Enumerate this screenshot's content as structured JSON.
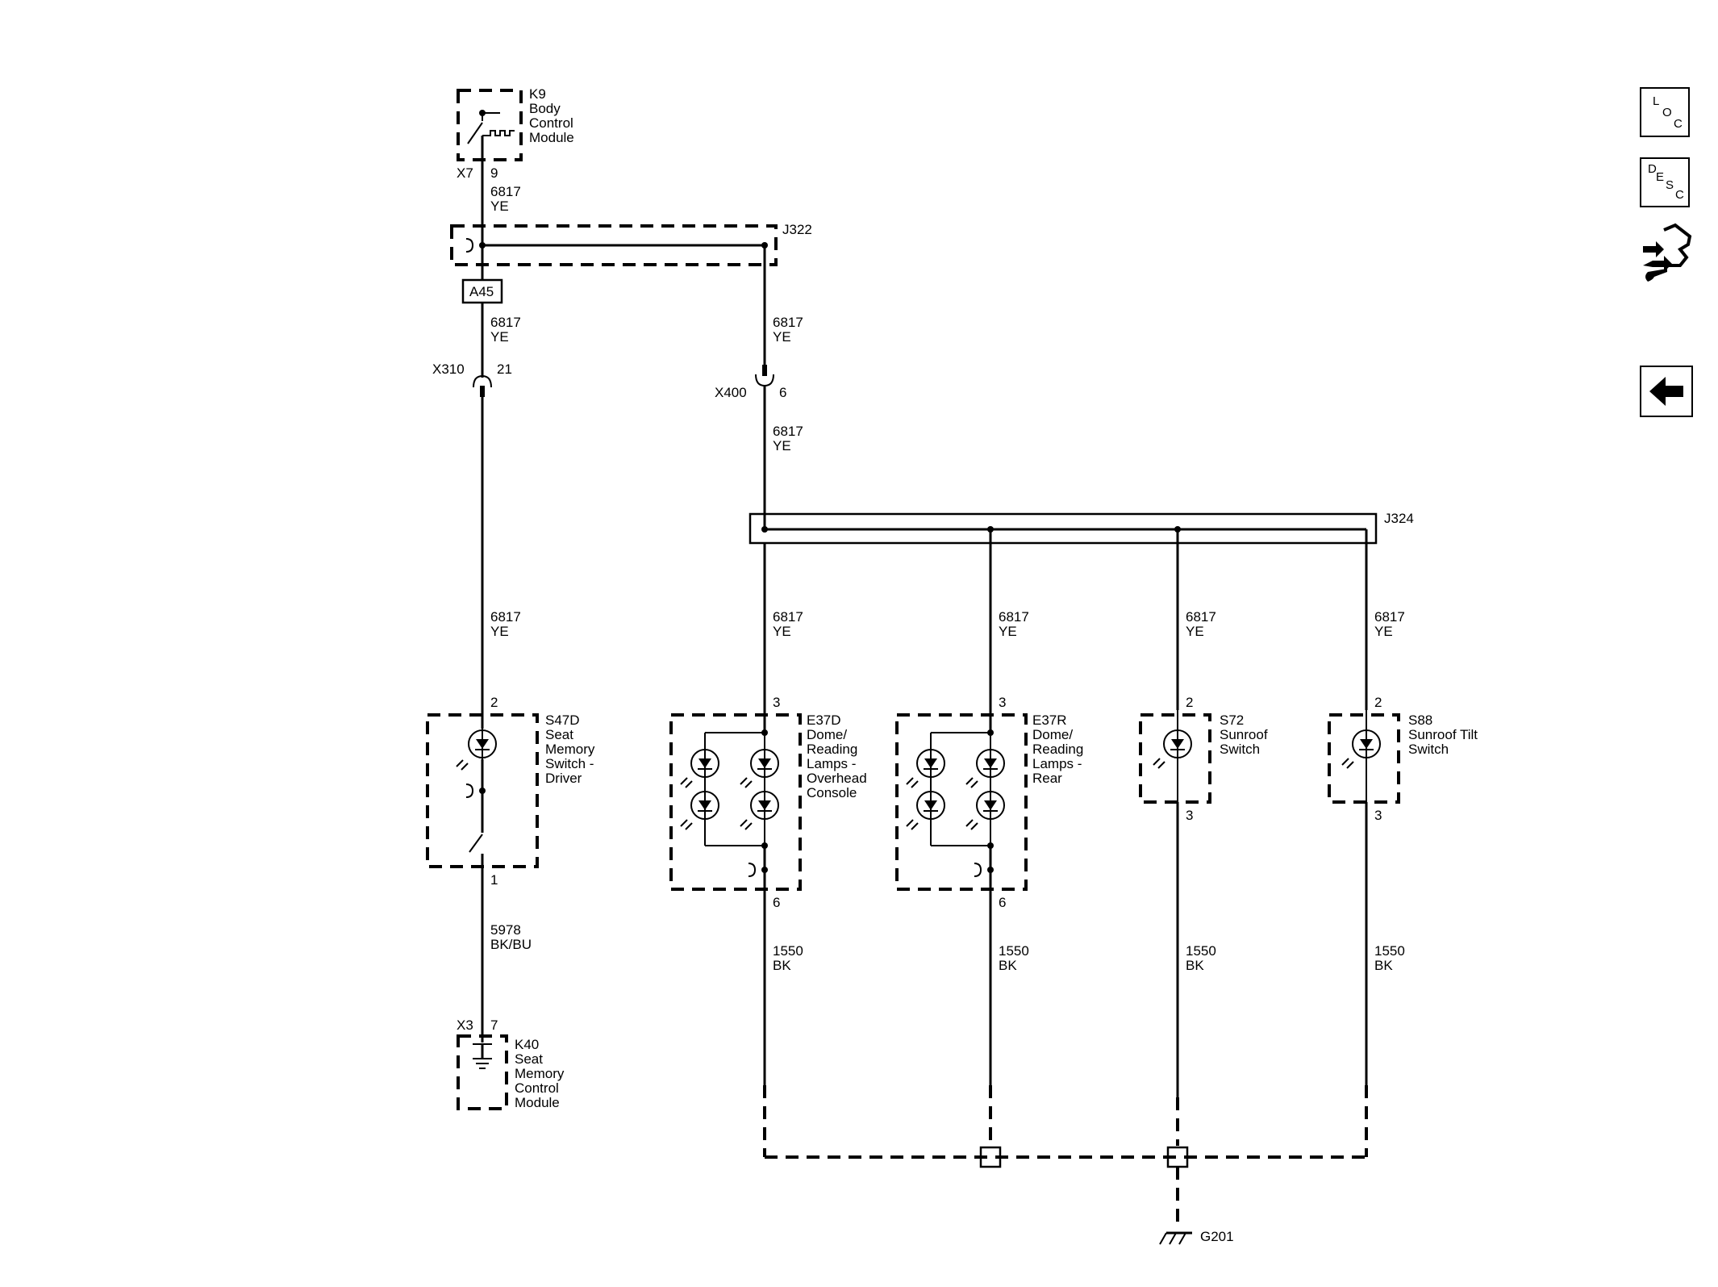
{
  "toolbar": {
    "loc": [
      "L",
      "O",
      "C"
    ],
    "desc": [
      "D",
      "E",
      "S",
      "C"
    ],
    "icons": [
      "loc-button",
      "desc-button",
      "connector-tools-icon",
      "back-arrow-icon"
    ]
  },
  "labels": {
    "k9": "K9",
    "k9_l1": "Body",
    "k9_l2": "Control",
    "k9_l3": "Module",
    "x7": "X7",
    "pin9": "9",
    "w_top_num": "6817",
    "w_top_col": "YE",
    "j322": "J322",
    "a45": "A45",
    "w_left2_num": "6817",
    "w_left2_col": "YE",
    "w_right2_num": "6817",
    "w_right2_col": "YE",
    "x310": "X310",
    "pin21": "21",
    "x400": "X400",
    "pin6_x400": "6",
    "w_right3_num": "6817",
    "w_right3_col": "YE",
    "j324": "J324",
    "w_c1_num": "6817",
    "w_c1_col": "YE",
    "w_c2_num": "6817",
    "w_c2_col": "YE",
    "w_c3_num": "6817",
    "w_c3_col": "YE",
    "w_c4_num": "6817",
    "w_c4_col": "YE",
    "w_c5_num": "6817",
    "w_c5_col": "YE",
    "s47d_pin2": "2",
    "s47d": "S47D",
    "s47d_l1": "Seat",
    "s47d_l2": "Memory",
    "s47d_l3": "Switch -",
    "s47d_l4": "Driver",
    "s47d_pin1": "1",
    "w_5978_num": "5978",
    "w_5978_col": "BK/BU",
    "x3": "X3",
    "pin7": "7",
    "k40": "K40",
    "k40_l1": "Seat",
    "k40_l2": "Memory",
    "k40_l3": "Control",
    "k40_l4": "Module",
    "e37d_pin3": "3",
    "e37d": "E37D",
    "e37d_l1": "Dome/",
    "e37d_l2": "Reading",
    "e37d_l3": "Lamps -",
    "e37d_l4": "Overhead",
    "e37d_l5": "Console",
    "e37d_pin6": "6",
    "e37r_pin3": "3",
    "e37r": "E37R",
    "e37r_l1": "Dome/",
    "e37r_l2": "Reading",
    "e37r_l3": "Lamps -",
    "e37r_l4": "Rear",
    "e37r_pin6": "6",
    "s72_pin2": "2",
    "s72": "S72",
    "s72_l1": "Sunroof",
    "s72_l2": "Switch",
    "s72_pin3": "3",
    "s88_pin2": "2",
    "s88": "S88",
    "s88_l1": "Sunroof Tilt",
    "s88_l2": "Switch",
    "s88_pin3": "3",
    "g_c2_num": "1550",
    "g_c2_col": "BK",
    "g_c3_num": "1550",
    "g_c3_col": "BK",
    "g_c4_num": "1550",
    "g_c4_col": "BK",
    "g_c5_num": "1550",
    "g_c5_col": "BK",
    "g201": "G201"
  }
}
